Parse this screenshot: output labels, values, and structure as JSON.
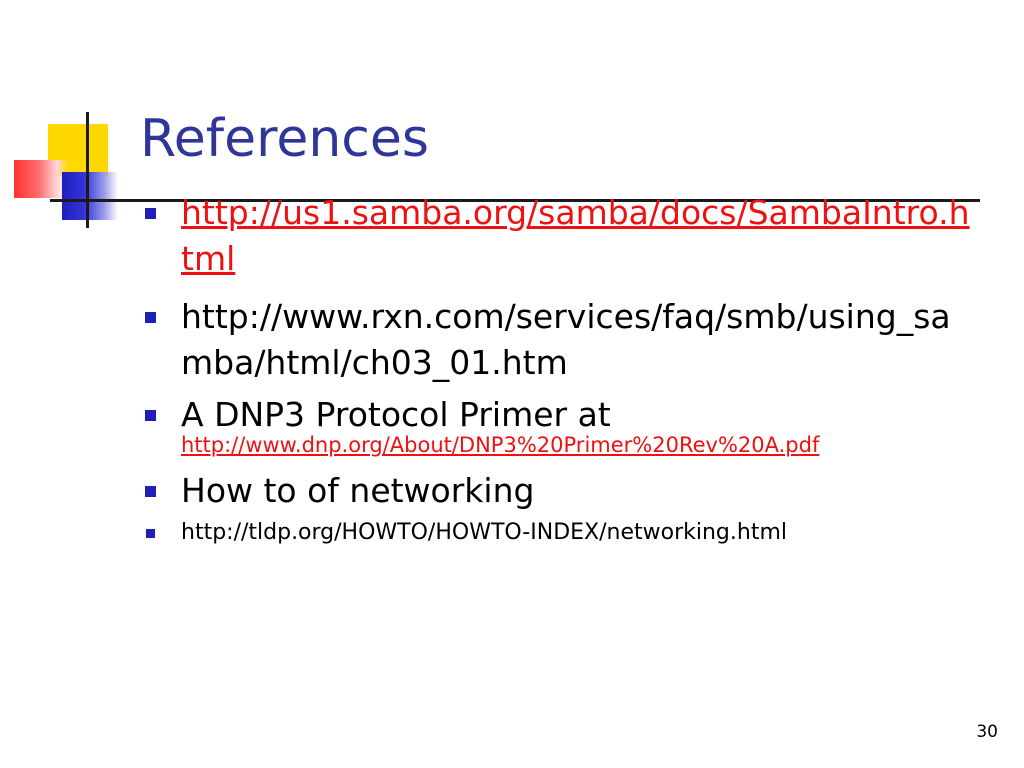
{
  "slide": {
    "title": "References",
    "page_number": "30"
  },
  "items": [
    {
      "text": "http://us1.samba.org/samba/docs/SambaIntro.html",
      "is_link": true
    },
    {
      "text": "http://www.rxn.com/services/faq/smb/using_samba/html/ch03_01.htm",
      "is_link": false
    },
    {
      "text": "A DNP3 Protocol Primer at",
      "sub_link": "http://www.dnp.org/About/DNP3%20Primer%20Rev%20A.pdf"
    },
    {
      "text": "How to of networking",
      "is_link": false
    },
    {
      "text": "http://tldp.org/HOWTO/HOWTO-INDEX/networking.html",
      "is_link": false
    }
  ],
  "colors": {
    "title": "#2e3699",
    "link": "#ee1111",
    "bullet": "#1e1eb8",
    "deco_yellow": "#ffd800",
    "deco_red": "#ff3030",
    "deco_blue": "#1f1fbf"
  }
}
